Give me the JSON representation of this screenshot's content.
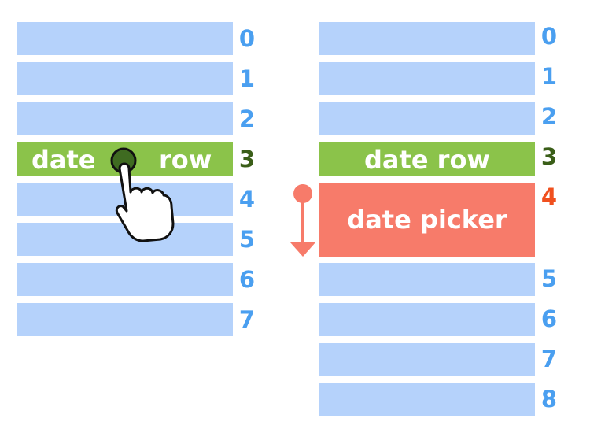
{
  "colors": {
    "row_blue": "#b5d2fb",
    "row_green": "#8bc34a",
    "picker_red": "#f77b6a",
    "index_blue": "#4a9ff0",
    "index_green": "#3a5e18",
    "index_red": "#f0501e",
    "pointer_dark_green": "#3f6b21"
  },
  "left_list": {
    "indices": [
      "0",
      "1",
      "2",
      "3",
      "4",
      "5",
      "6",
      "7"
    ],
    "highlight_row_left": "date",
    "highlight_row_right": "row"
  },
  "right_list": {
    "indices": [
      "0",
      "1",
      "2",
      "3",
      "4",
      "5",
      "6",
      "7",
      "8"
    ],
    "highlight_row": "date row",
    "picker_label": "date picker"
  },
  "icons": [
    "tap-hand-icon",
    "pull-down-arrow-icon"
  ]
}
